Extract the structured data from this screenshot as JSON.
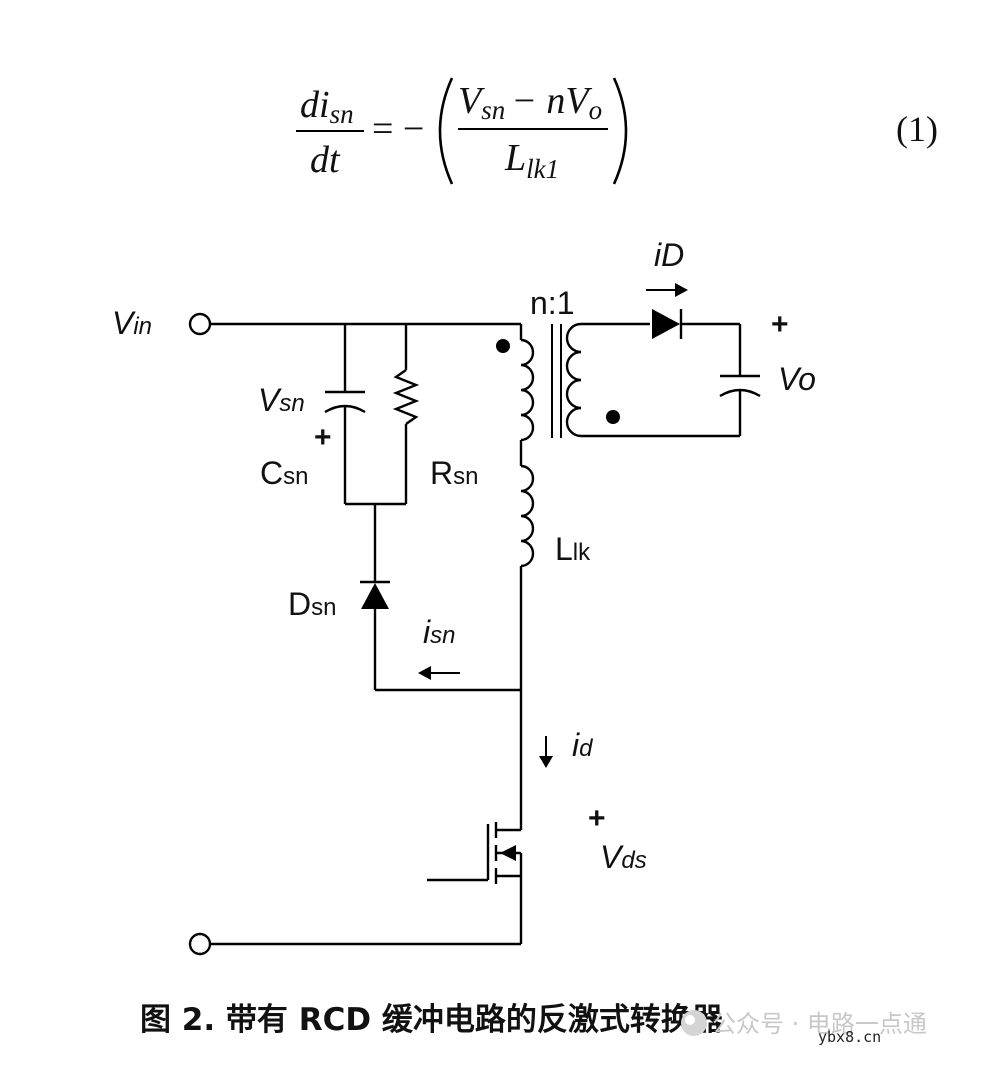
{
  "equation": {
    "lhs_num_main": "di",
    "lhs_num_sub": "sn",
    "lhs_den": "dt",
    "equals_minus": "= −",
    "rhs_num_v": "V",
    "rhs_num_v_sub": "sn",
    "rhs_num_minus": "− nV",
    "rhs_num_o_sub": "o",
    "rhs_den_main": "L",
    "rhs_den_sub": "lk1",
    "number": "(1)"
  },
  "labels": {
    "vin_main": "V",
    "vin_sub": "in",
    "vsn_main": "V",
    "vsn_sub": "sn",
    "vsn_plus": "+",
    "csn_main": "C",
    "csn_sub": "sn",
    "rsn_main": "R",
    "rsn_sub": "sn",
    "llk_main": "L",
    "llk_sub": "lk",
    "dsn_main": "D",
    "dsn_sub": "sn",
    "isn_main": "i",
    "isn_sub": "sn",
    "id_main": "i",
    "id_sub": "d",
    "vds_plus": "+",
    "vds_main": "V",
    "vds_sub": "ds",
    "ratio": "n:1",
    "iD_main": "i",
    "iD_sub": "D",
    "vo_plus": "+",
    "vo_main": "V",
    "vo_sub": "o"
  },
  "caption": "图 2. 带有 RCD 缓冲电路的反激式转换器",
  "watermark": {
    "text": "公众号 · 电路一点通",
    "site": "ybx8.cn"
  }
}
